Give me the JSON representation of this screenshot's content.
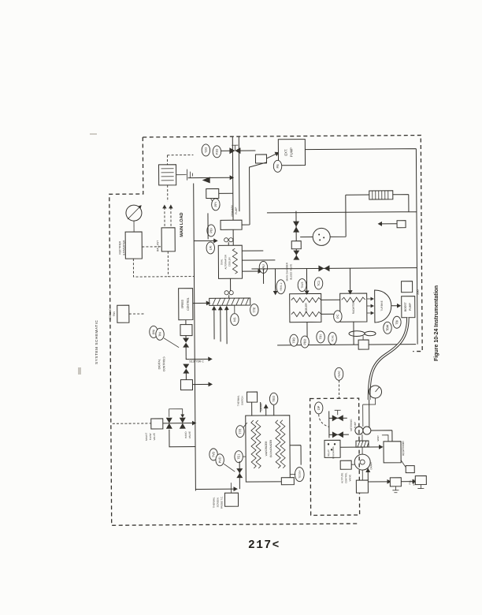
{
  "page_number": "217<",
  "side_label": "SYSTEM SCHEMATIC",
  "caption": "Figure 10-24   Instrumentation",
  "colors": {
    "ink": "#34322d",
    "paper": "#fcfcfa"
  },
  "labels": {
    "main_load": "MAIN LOAD",
    "ext_pump": [
      "EXT.",
      "PUMP"
    ],
    "rectifier_inverter": [
      "RECTIFIER",
      "& INVERTER"
    ],
    "ballast": "BALLAST",
    "primary_pump": [
      "PRIMARY",
      "PUMP"
    ],
    "cooling_fan": [
      "COOLING",
      "FAN"
    ],
    "speed_control": [
      "SPEED",
      "CONTROL"
    ],
    "digital_controls": [
      "DIGITAL",
      "CONTROLS"
    ],
    "drawing_number": "S13770R C",
    "alternator_cooler": [
      "DUAL",
      "ALTERNATOR",
      "COOLER"
    ],
    "bleed_valve": [
      "MAIN CHAMBER",
      "BLEED VALVE"
    ],
    "boiler": "BOILER",
    "radiator": "RADIATOR",
    "turbine": "TURBINE",
    "boost_pump": [
      "BOOST",
      "PUMP"
    ],
    "n250": "250",
    "shunt_flow_valve": [
      "SHUNT",
      "FLOW",
      "VALVE"
    ],
    "hand_valve": [
      "HAND",
      "VALVE"
    ],
    "thermal_switch": [
      "THERMAL",
      "SWITCH"
    ],
    "drain": "DRAIN",
    "drain2": "DRAIN",
    "vaporizer_economizer": [
      "VAPORIZER",
      "ECONOMIZER"
    ],
    "thermal_screen_probe": [
      "THERMAL",
      "SCREEN",
      "PROBE  T.C."
    ],
    "metering_pump": [
      "METERING",
      "PUMP"
    ],
    "relay_solenoids": [
      "RELAY",
      "SOLENOIDS"
    ],
    "altitude_control_valve": [
      "ALTITUDE",
      "CONTROL",
      "VALVE"
    ],
    "reservoir": "RESERVOIR",
    "vent": "VENT",
    "fill_valve": [
      "FILL",
      "VALVE"
    ]
  },
  "bubbles": {
    "tjo": "TJO",
    "pjo": "PJO",
    "pb": "PB",
    "ppi": "PPI",
    "pbi": "PBI",
    "lai": "LAI",
    "lau": "LAU",
    "pni": "PNI",
    "tni": "TNI",
    "ns": "NS",
    "tte": "TTE",
    "trv12": "TRV1-2",
    "tnv5": "TNV5",
    "tc1": "TC1",
    "pc": "PC",
    "tri": "TRI",
    "tca1": "TCA1",
    "trd": "TRD",
    "pbd": "PBD",
    "tbi": "TBI",
    "tbw": "TBW",
    "paac": "PAAC",
    "teo": "TEO",
    "tte2": "TTE",
    "te1": "TE1",
    "tcosv": "TCOSV",
    "op": "OP",
    "tvd": "TVD",
    "pvd": "PVD"
  }
}
